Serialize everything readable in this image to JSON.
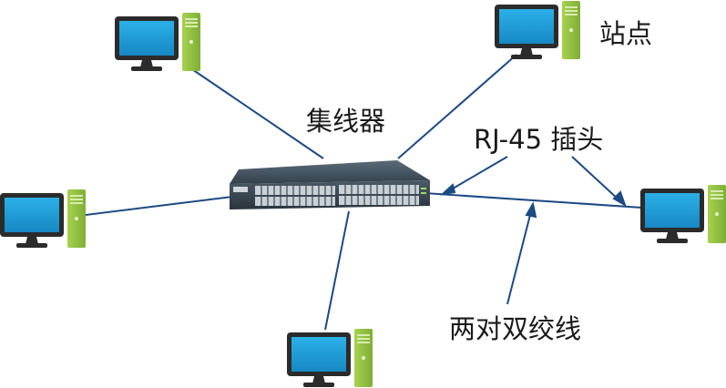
{
  "labels": {
    "station": "站点",
    "hub": "集线器",
    "rj45_plug": "RJ-45 插头",
    "twisted_pair": "两对双绞线"
  },
  "colors": {
    "monitor_frame": "#2b2b2b",
    "screen": "#1f9fd8",
    "tower": "#8cbf3f",
    "cable": "#1d4a82",
    "hub_body": "#3a4650",
    "text": "#1a1a1a"
  },
  "icons": {
    "station": "desktop-computer-icon",
    "hub": "network-hub-icon"
  }
}
